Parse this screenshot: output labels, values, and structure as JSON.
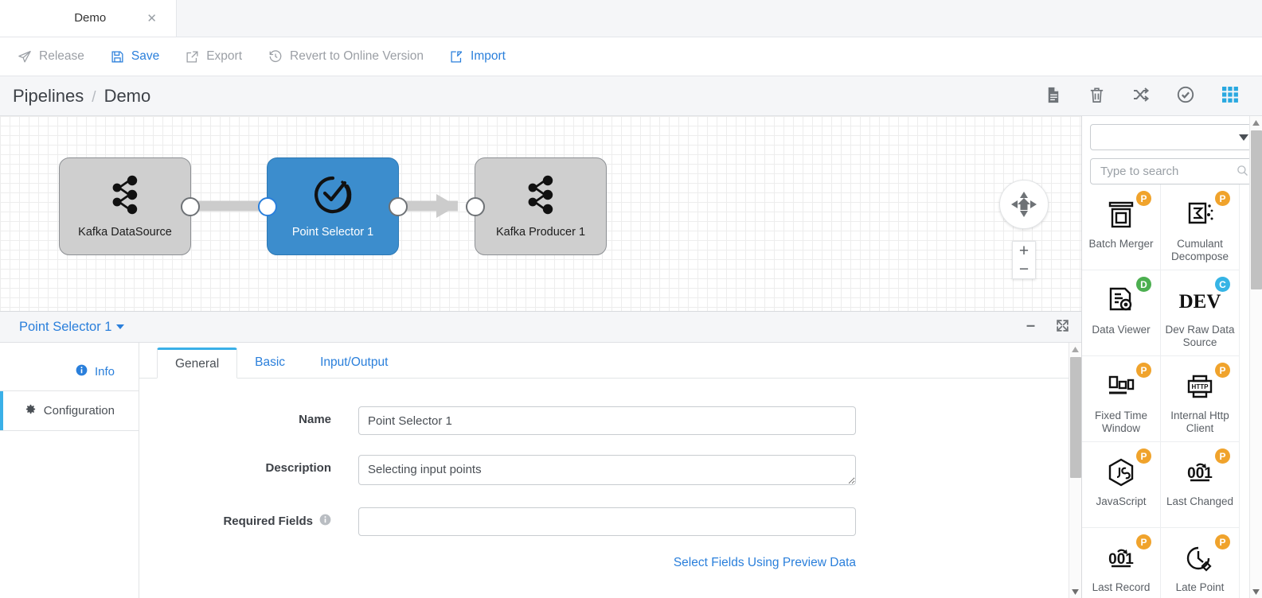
{
  "tab": {
    "label": "Demo",
    "close_icon": "close-icon"
  },
  "actionbar": {
    "items": [
      {
        "label": "Release",
        "icon": "send-icon",
        "enabled": false
      },
      {
        "label": "Save",
        "icon": "save-icon",
        "enabled": true
      },
      {
        "label": "Export",
        "icon": "export-icon",
        "enabled": false
      },
      {
        "label": "Revert to Online Version",
        "icon": "revert-icon",
        "enabled": false
      },
      {
        "label": "Import",
        "icon": "import-icon",
        "enabled": true
      }
    ]
  },
  "breadcrumb": {
    "root": "Pipelines",
    "separator": "/",
    "current": "Demo",
    "tools": [
      {
        "name": "document-icon"
      },
      {
        "name": "trash-icon"
      },
      {
        "name": "shuffle-icon"
      },
      {
        "name": "check-circle-icon"
      },
      {
        "name": "grid-apps-icon"
      }
    ]
  },
  "canvas": {
    "nodes": [
      {
        "label": "Kafka DataSource",
        "icon": "kafka-icon",
        "selected": false
      },
      {
        "label": "Point Selector 1",
        "icon": "point-selector-icon",
        "selected": true
      },
      {
        "label": "Kafka Producer 1",
        "icon": "kafka-icon",
        "selected": false
      }
    ],
    "connectors": [
      {
        "badge": "gauge-icon"
      },
      {
        "badge": "gauge-icon"
      }
    ],
    "navpad": {
      "name": "pan-home-control",
      "home_icon": "home-icon"
    },
    "zoom_controls": {
      "zoom_in": "+",
      "zoom_out": "−"
    }
  },
  "properties": {
    "title": "Point Selector 1",
    "header_tools": [
      {
        "name": "minimize-icon"
      },
      {
        "name": "expand-icon"
      }
    ],
    "side_items": [
      {
        "label": "Info",
        "icon": "info-icon",
        "active": false
      },
      {
        "label": "Configuration",
        "icon": "gear-icon",
        "active": true
      }
    ],
    "tabs": [
      {
        "label": "General",
        "active": true
      },
      {
        "label": "Basic",
        "active": false
      },
      {
        "label": "Input/Output",
        "active": false
      }
    ],
    "fields": {
      "name": {
        "label": "Name",
        "value": "Point Selector 1",
        "placeholder": ""
      },
      "description": {
        "label": "Description",
        "value": "Selecting input points",
        "placeholder": ""
      },
      "required_fields": {
        "label": "Required Fields",
        "value": "",
        "placeholder": "",
        "info_icon": "info-icon"
      }
    },
    "select_fields_link": "Select Fields Using Preview Data"
  },
  "palette": {
    "category_value": "",
    "search_placeholder": "Type to search",
    "search_value": "",
    "search_icon": "search-icon",
    "dropdown_icon": "chevron-down-icon",
    "components": [
      {
        "name": "Batch Merger",
        "badge": "P",
        "icon": "batch-merger-icon"
      },
      {
        "name": "Cumulant Decompose",
        "badge": "P",
        "icon": "cumulant-icon"
      },
      {
        "name": "Data Viewer",
        "badge": "D",
        "icon": "data-viewer-icon"
      },
      {
        "name": "Dev Raw Data Source",
        "badge": "C",
        "icon": "dev-icon"
      },
      {
        "name": "Fixed Time Window",
        "badge": "P",
        "icon": "fixed-window-icon"
      },
      {
        "name": "Internal Http Client",
        "badge": "P",
        "icon": "http-icon"
      },
      {
        "name": "JavaScript",
        "badge": "P",
        "icon": "javascript-icon"
      },
      {
        "name": "Last Changed",
        "badge": "P",
        "icon": "last-changed-icon"
      },
      {
        "name": "Last Record",
        "badge": "P",
        "icon": "last-record-icon"
      },
      {
        "name": "Late Point",
        "badge": "P",
        "icon": "late-point-icon"
      }
    ]
  },
  "colors": {
    "accent": "#2a7fdb",
    "node_selected": "#3c8dcd",
    "node_default": "#cfcfcf",
    "badge_p": "#f0a32c",
    "badge_d": "#4caf50",
    "badge_c": "#36b4e5"
  }
}
